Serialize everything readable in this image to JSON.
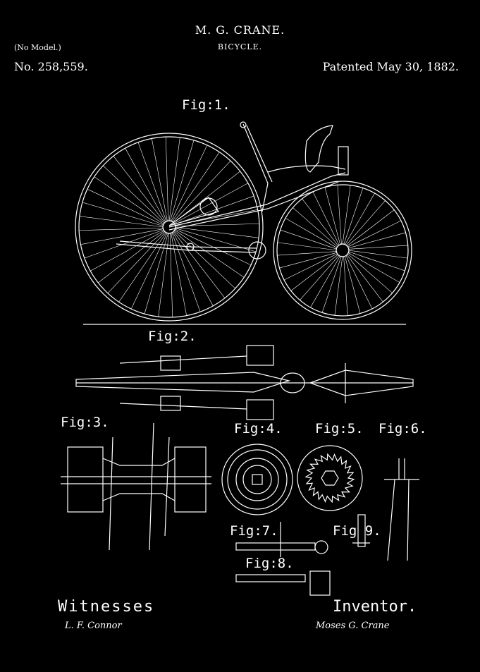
{
  "header": {
    "inventor_name": "M. G. CRANE.",
    "model": "(No Model.)",
    "subject": "BICYCLE.",
    "patent_no": "No. 258,559.",
    "patent_date": "Patented May 30, 1882."
  },
  "figures": {
    "fig1": "Fig:1.",
    "fig2": "Fig:2.",
    "fig3": "Fig:3.",
    "fig4": "Fig:4.",
    "fig5": "Fig:5.",
    "fig6": "Fig:6.",
    "fig7": "Fig:7.",
    "fig8": "Fig:8.",
    "fig9": "Fig 9."
  },
  "footer": {
    "witnesses_label": "Witnesses",
    "inventor_label": "Inventor.",
    "witness_signature": "L. F. Connor",
    "inventor_signature": "Moses G. Crane"
  },
  "colors": {
    "background": "#000000",
    "ink": "#ffffff"
  }
}
